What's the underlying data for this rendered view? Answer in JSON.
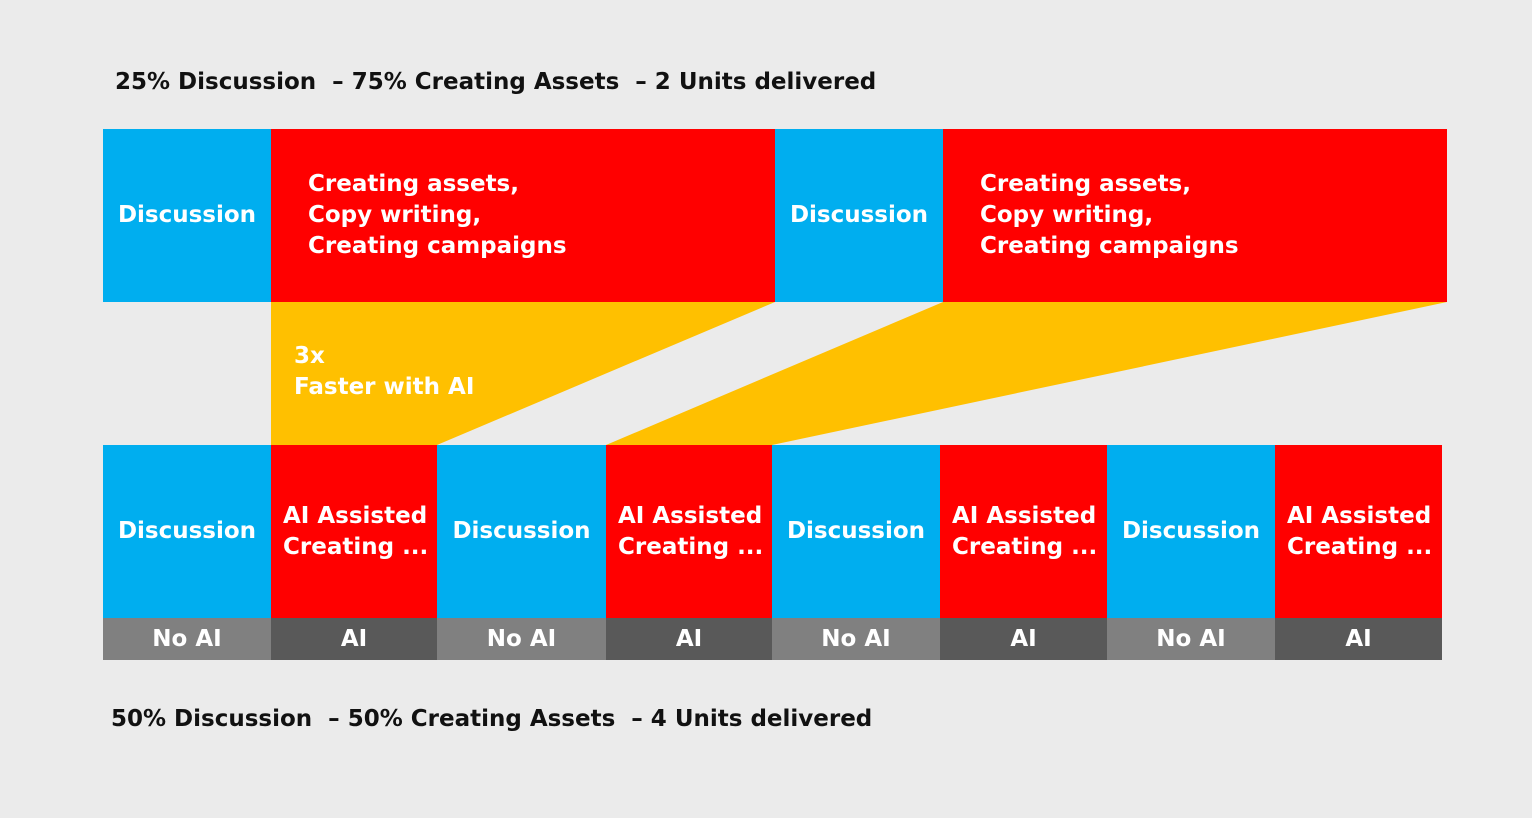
{
  "top_caption": "25% Discussion  – 75% Creating Assets  – 2 Units delivered",
  "bottom_caption": "50% Discussion  – 50% Creating Assets  – 4 Units delivered",
  "top_row": [
    {
      "type": "discussion",
      "label": "Discussion"
    },
    {
      "type": "creating",
      "lines": [
        "Creating assets,",
        "Copy writing,",
        "Creating campaigns"
      ]
    },
    {
      "type": "discussion",
      "label": "Discussion"
    },
    {
      "type": "creating",
      "lines": [
        "Creating assets,",
        "Copy writing,",
        "Creating campaigns"
      ]
    }
  ],
  "annotation": {
    "lines": [
      "3x",
      "Faster with AI"
    ]
  },
  "bottom_row": [
    {
      "type": "discussion",
      "label": "Discussion",
      "tag": "No AI"
    },
    {
      "type": "ai",
      "lines": [
        "AI Assisted",
        "Creating ..."
      ],
      "tag": "AI"
    },
    {
      "type": "discussion",
      "label": "Discussion",
      "tag": "No AI"
    },
    {
      "type": "ai",
      "lines": [
        "AI Assisted",
        "Creating ..."
      ],
      "tag": "AI"
    },
    {
      "type": "discussion",
      "label": "Discussion",
      "tag": "No AI"
    },
    {
      "type": "ai",
      "lines": [
        "AI Assisted",
        "Creating ..."
      ],
      "tag": "AI"
    },
    {
      "type": "discussion",
      "label": "Discussion",
      "tag": "No AI"
    },
    {
      "type": "ai",
      "lines": [
        "AI Assisted",
        "Creating ..."
      ],
      "tag": "AI"
    }
  ],
  "colors": {
    "background": "#ebebeb",
    "discussion": "#00aeef",
    "creating": "#ff0000",
    "funnel": "#ffc000",
    "no_ai_tag": "#808080",
    "ai_tag": "#595959"
  }
}
